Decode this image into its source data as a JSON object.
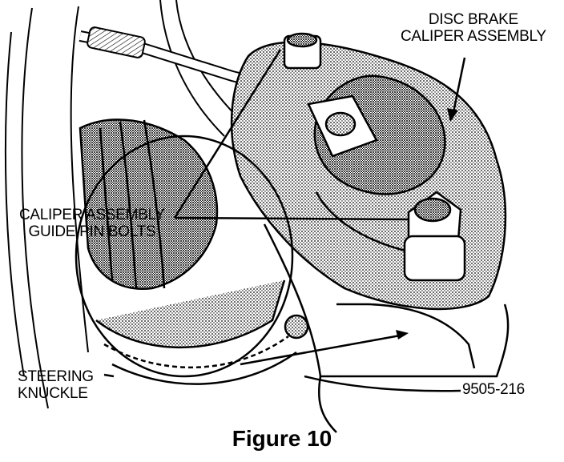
{
  "labels": {
    "caliper_assembly": [
      "DISC BRAKE",
      "CALIPER ASSEMBLY"
    ],
    "guide_pin_bolts": [
      "CALIPER ASSEMBLY",
      "GUIDE PIN BOLTS"
    ],
    "steering_knuckle": [
      "STEERING",
      "KNUCKLE"
    ],
    "part_number": "9505-216"
  },
  "caption": "Figure 10",
  "colors": {
    "ink": "#000000",
    "paper": "#ffffff"
  }
}
